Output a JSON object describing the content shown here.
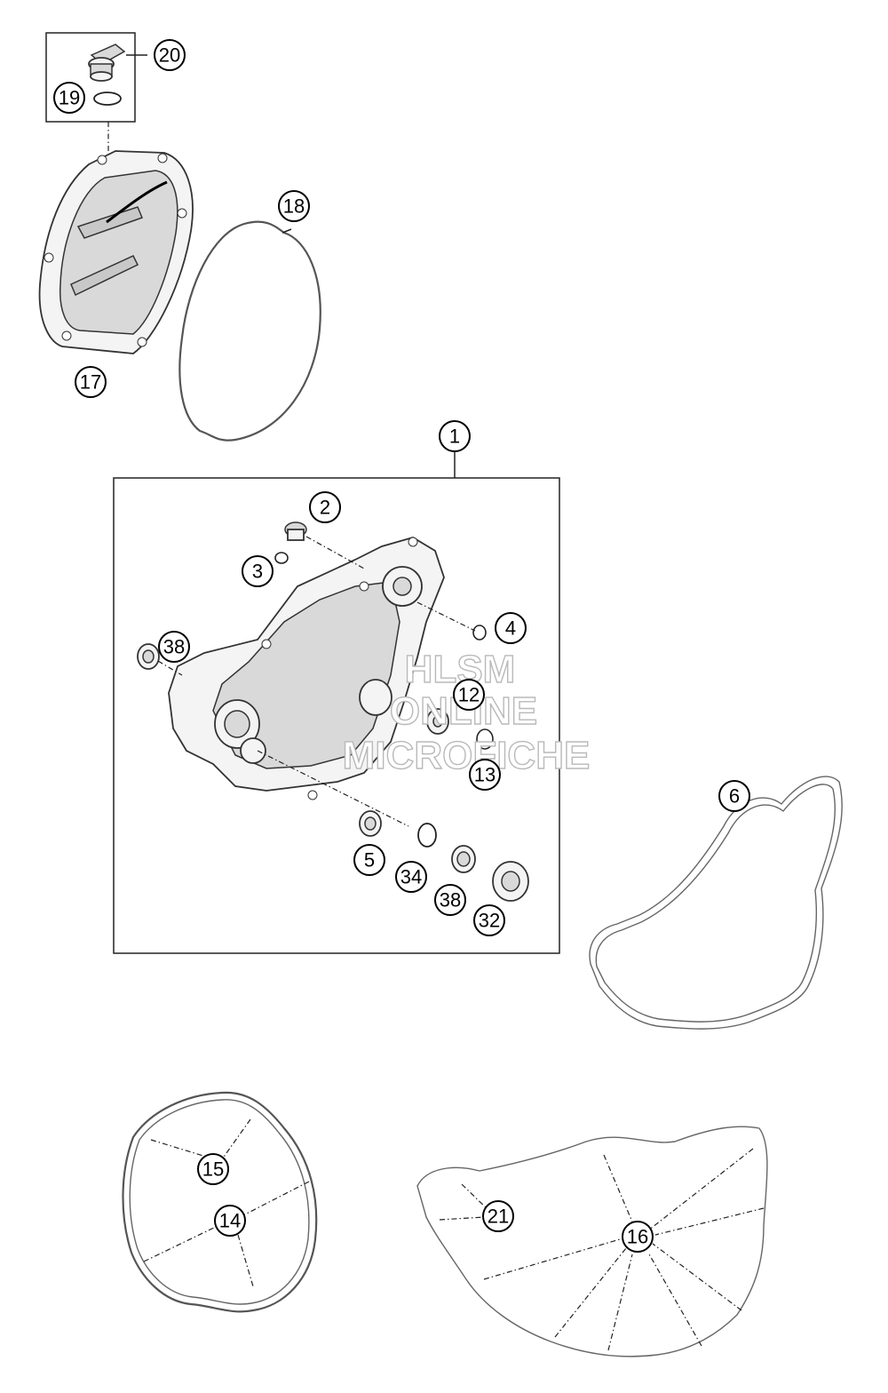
{
  "callouts": [
    {
      "id": "20",
      "label": "20"
    },
    {
      "id": "19",
      "label": "19"
    },
    {
      "id": "18",
      "label": "18"
    },
    {
      "id": "17",
      "label": "17"
    },
    {
      "id": "1",
      "label": "1"
    },
    {
      "id": "2",
      "label": "2"
    },
    {
      "id": "3",
      "label": "3"
    },
    {
      "id": "4",
      "label": "4"
    },
    {
      "id": "38a",
      "label": "38"
    },
    {
      "id": "12",
      "label": "12"
    },
    {
      "id": "13",
      "label": "13"
    },
    {
      "id": "6",
      "label": "6"
    },
    {
      "id": "5",
      "label": "5"
    },
    {
      "id": "34",
      "label": "34"
    },
    {
      "id": "38b",
      "label": "38"
    },
    {
      "id": "32",
      "label": "32"
    },
    {
      "id": "15",
      "label": "15"
    },
    {
      "id": "14",
      "label": "14"
    },
    {
      "id": "21",
      "label": "21"
    },
    {
      "id": "16",
      "label": "16"
    }
  ],
  "watermark": {
    "line1": "HLSM",
    "line2": "ONLINE",
    "line3": "MICROFICHE"
  }
}
